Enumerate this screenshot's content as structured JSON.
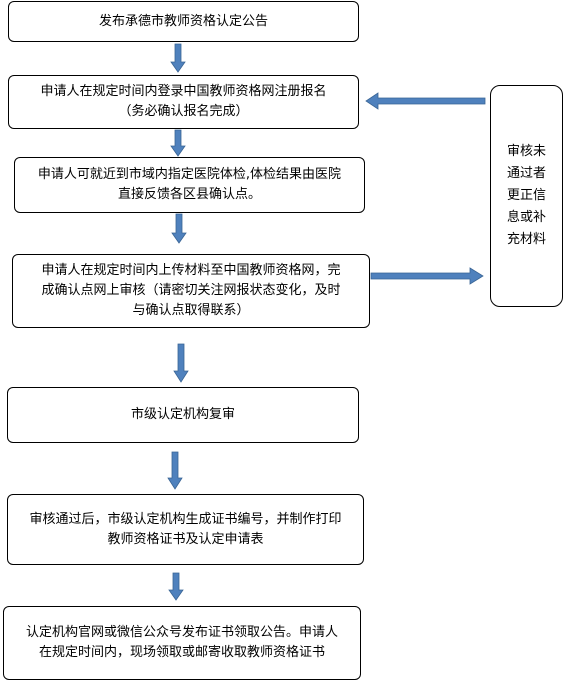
{
  "flow": {
    "steps": [
      {
        "lines": [
          "发布承德市教师资格认定公告"
        ]
      },
      {
        "lines": [
          "申请人在规定时间内登录中国教师资格网注册报名",
          "（务必确认报名完成）"
        ]
      },
      {
        "lines": [
          "申请人可就近到市域内指定医院体检,体检结果由医院",
          "直接反馈各区县确认点。"
        ]
      },
      {
        "lines": [
          "申请人在规定时间内上传材料至中国教师资格网，完",
          "成确认点网上审核（请密切关注网报状态变化，及时",
          "与确认点取得联系）"
        ]
      },
      {
        "lines": [
          "市级认定机构复审"
        ]
      },
      {
        "lines": [
          "审核通过后，市级认定机构生成证书编号，并制作打印",
          "教师资格证书及认定申请表"
        ]
      },
      {
        "lines": [
          "认定机构官网或微信公众号发布证书领取公告。申请人",
          "在规定时间内，现场领取或邮寄收取教师资格证书"
        ]
      }
    ],
    "side_box": {
      "lines": [
        "审核未",
        "通过者",
        "更正信",
        "息或补",
        "充材料"
      ]
    }
  },
  "colors": {
    "arrow": "#4f81bd",
    "arrow_outline": "#3a6595",
    "box_border": "#000000"
  }
}
